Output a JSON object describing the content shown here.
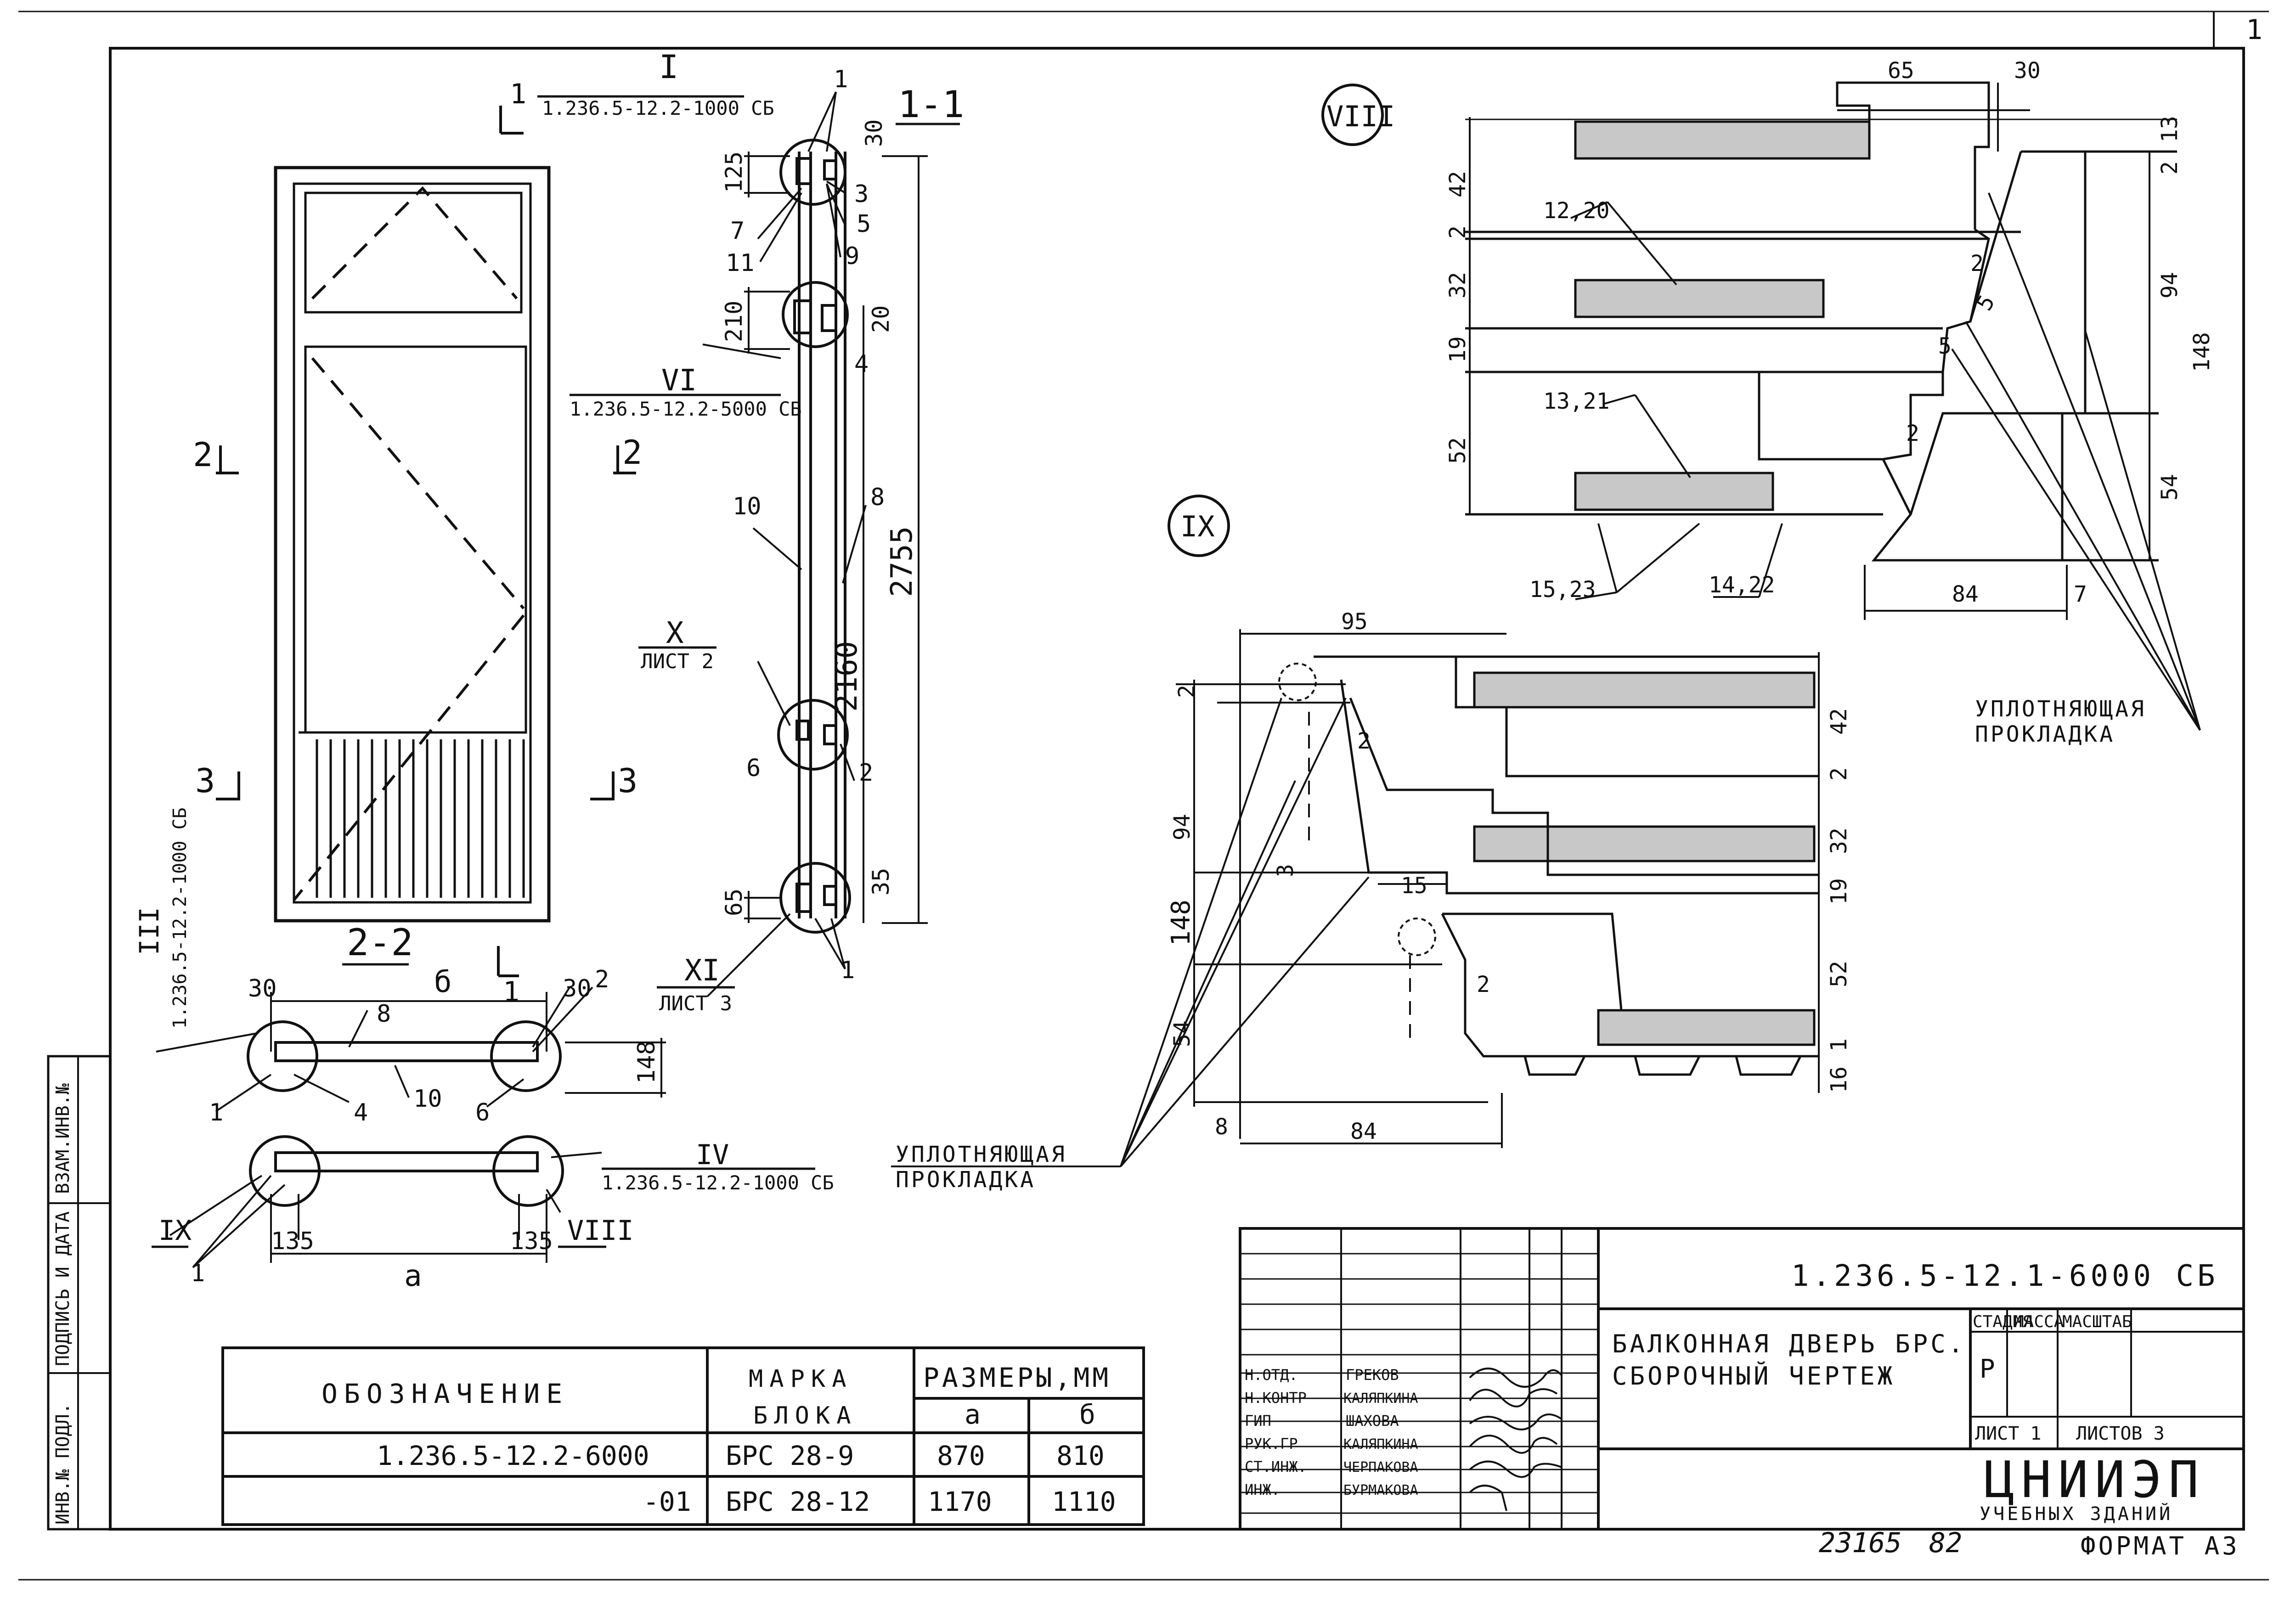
{
  "corner_number": "1",
  "title_block": {
    "code": "1.236.5-12.1-6000 СБ",
    "name_line1": "БАЛКОННАЯ ДВЕРЬ БРС.",
    "name_line2": "СБОРОЧНЫЙ ЧЕРТЕЖ",
    "stage_header": "СТАДИЯ",
    "mass_header": "МАССА",
    "scale_header": "МАСШТАБ",
    "stage_value": "Р",
    "sheet": "ЛИСТ 1",
    "sheets": "ЛИСТОВ 3",
    "org_line1": "ЦНИИЭП",
    "org_line2": "УЧЕБНЫХ ЗДАНИЙ",
    "roles": [
      "Н.ОТД.",
      "Н.КОНТР",
      "ГИП",
      "РУК.ГР",
      "СТ.ИНЖ.",
      "ИНЖ."
    ],
    "names": [
      "ГРЕКОВ",
      "КАЛЯПКИНА",
      "ШАХОВА",
      "КАЛЯПКИНА",
      "ЧЕРПАКОВА",
      "БУРМАКОВА"
    ]
  },
  "footer": {
    "number": "23165",
    "page": "82",
    "format": "ФОРМАТ А3"
  },
  "side_strip": [
    "ИНВ.№ ПОДЛ.",
    "ПОДПИСЬ И ДАТА",
    "ВЗАМ.ИНВ.№"
  ],
  "spec_table": {
    "headers": {
      "designation": "ОБОЗНАЧЕНИЕ",
      "mark": "МАРКА",
      "mark2": "БЛОКА",
      "sizes": "РАЗМЕРЫ,ММ",
      "a": "а",
      "b": "б"
    },
    "rows": [
      {
        "designation": "1.236.5-12.2-6000",
        "mark": "БРС 28-9",
        "a": "870",
        "b": "810"
      },
      {
        "designation": "-01",
        "mark": "БРС 28-12",
        "a": "1170",
        "b": "1110"
      }
    ]
  },
  "labels": {
    "ref_I": "I",
    "ref_I_code": "1.236.5-12.2-1000 СБ",
    "section_1_1": "1-1",
    "section_2_2": "2-2",
    "cut1": "1",
    "cut2": "2",
    "cut3": "3",
    "ref_VI": "VI",
    "ref_VI_code": "1.236.5-12.2-5000 СБ",
    "ref_X": "X",
    "ref_X_sheet": "ЛИСТ 2",
    "ref_XI": "XI",
    "ref_XI_sheet": "ЛИСТ 3",
    "ref_III": "III",
    "ref_III_code": "1.236.5-12.2-1000 СБ",
    "ref_IV": "IV",
    "ref_IV_code": "1.236.5-12.2-1000 СБ",
    "ref_VIII": "VIII",
    "ref_IX": "IX",
    "seal": "УПЛОТНЯЮЩАЯ",
    "seal2": "ПРОКЛАДКА",
    "dim_a": "а",
    "dim_b": "б"
  },
  "section_1_1_marks": [
    "1",
    "3",
    "5",
    "7",
    "11",
    "9",
    "4",
    "10",
    "8",
    "6",
    "2",
    "1"
  ],
  "section_1_1_dims": [
    "30",
    "125",
    "210",
    "20",
    "2755",
    "2160",
    "35",
    "65"
  ],
  "plan_marks": [
    "30",
    "30",
    "2",
    "8",
    "1",
    "4",
    "10",
    "6",
    "148",
    "1",
    "135",
    "135"
  ],
  "detail_VIII_dims": [
    "65",
    "30",
    "42",
    "2",
    "32",
    "19",
    "52",
    "12,20",
    "13,21",
    "15,23",
    "14,22",
    "2",
    "5",
    "5",
    "2",
    "13",
    "2",
    "94",
    "148",
    "54",
    "84",
    "7"
  ],
  "detail_IX_dims": [
    "95",
    "2",
    "94",
    "148",
    "54",
    "8",
    "84",
    "3",
    "15",
    "2",
    "2",
    "42",
    "2",
    "32",
    "19",
    "52",
    "1",
    "16"
  ]
}
